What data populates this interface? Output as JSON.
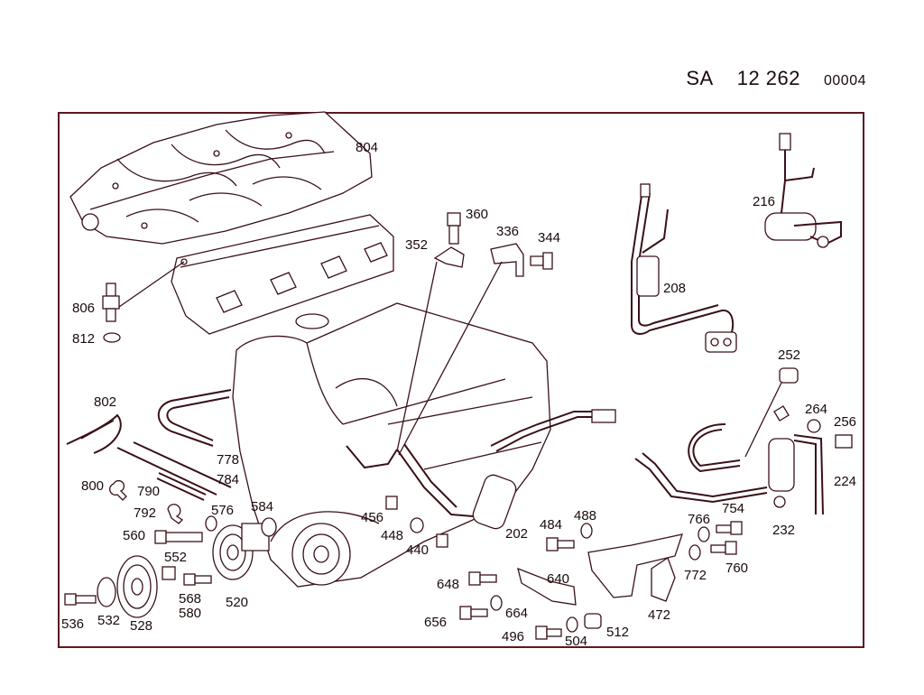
{
  "header": {
    "code": "SA",
    "number": "12 262",
    "sheet": "00004"
  },
  "parts": {
    "p804": "804",
    "p806": "806",
    "p812": "812",
    "p360": "360",
    "p352": "352",
    "p336": "336",
    "p344": "344",
    "p208": "208",
    "p216": "216",
    "p802": "802",
    "p778": "778",
    "p784": "784",
    "p800": "800",
    "p790": "790",
    "p792": "792",
    "p560": "560",
    "p576": "576",
    "p584": "584",
    "p552": "552",
    "p568": "568",
    "p580": "580",
    "p520": "520",
    "p536": "536",
    "p532": "532",
    "p528": "528",
    "p456": "456",
    "p448": "448",
    "p440": "440",
    "p202": "202",
    "p484": "484",
    "p488": "488",
    "p648": "648",
    "p640": "640",
    "p656": "656",
    "p664": "664",
    "p496": "496",
    "p504": "504",
    "p512": "512",
    "p472": "472",
    "p252": "252",
    "p264": "264",
    "p256": "256",
    "p224": "224",
    "p232": "232",
    "p766": "766",
    "p754": "754",
    "p772": "772",
    "p760": "760"
  }
}
